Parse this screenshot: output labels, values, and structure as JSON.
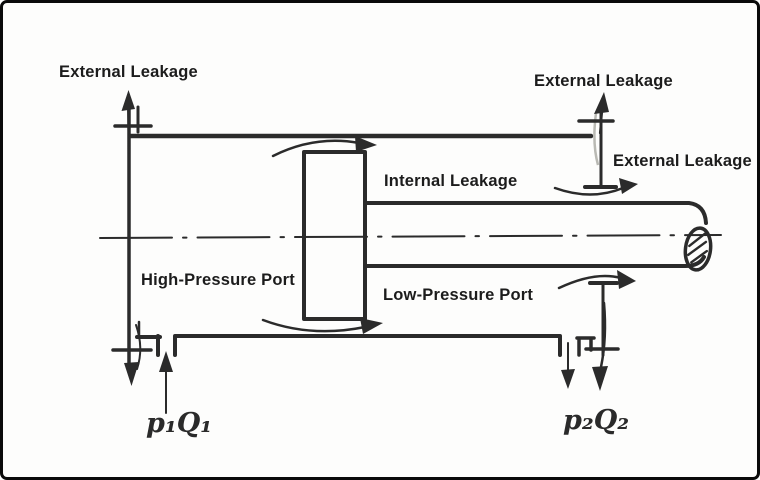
{
  "diagram": {
    "labels": {
      "external_leakage_left": "External Leakage",
      "external_leakage_top_right": "External Leakage",
      "external_leakage_right": "External Leakage",
      "internal_leakage": "Internal Leakage",
      "high_pressure_port": "High-Pressure Port",
      "low_pressure_port": "Low-Pressure Port",
      "p1_q1": "p₁Q₁",
      "p2_q2": "p₂Q₂"
    },
    "colors": {
      "line": "#2b2b2b",
      "background": "#fdfdfc",
      "border": "#0a0a0a",
      "text": "#1c1c1c"
    }
  }
}
